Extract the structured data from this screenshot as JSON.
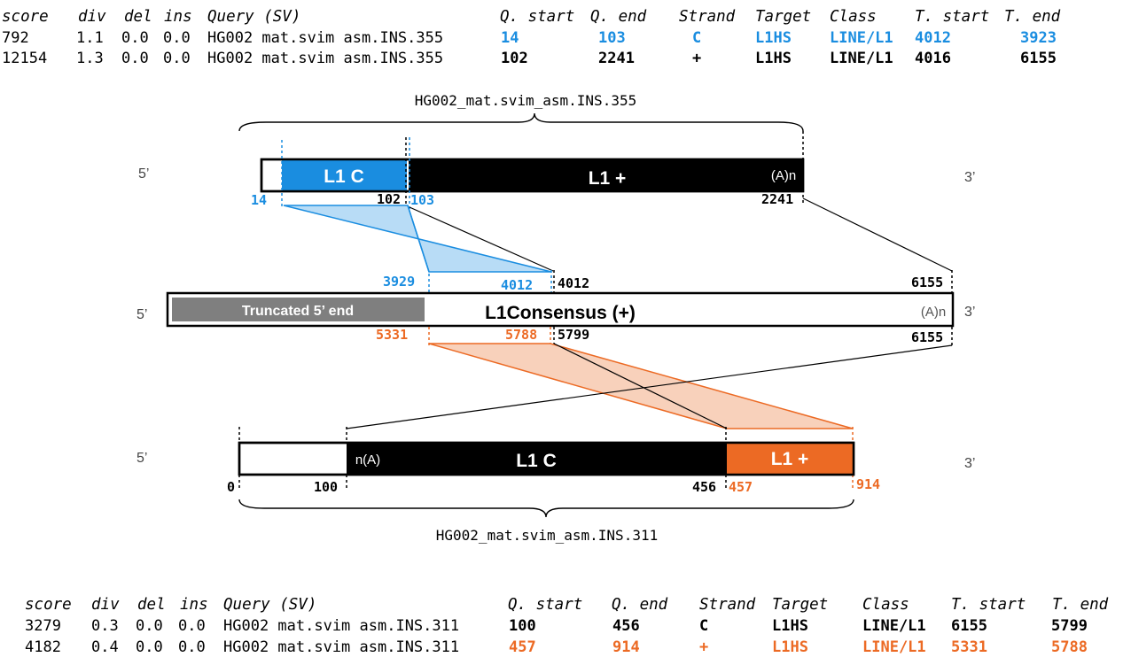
{
  "colors": {
    "blue": "#1a8de0",
    "orange": "#ec6a24",
    "light_blue": "#b8dcf6",
    "light_orange": "#f8d1bb",
    "grey": "#7f7f7f"
  },
  "top_table": {
    "headers": [
      "score",
      "div",
      "del",
      "ins",
      "Query (SV)",
      "Q. start",
      "Q. end",
      "Strand",
      "Target",
      "Class",
      "T. start",
      "T. end"
    ],
    "rows": [
      {
        "score": "792",
        "div": "1.1",
        "del": "0.0",
        "ins": "0.0",
        "query": "HG002 mat.svim asm.INS.355",
        "q_start": "14",
        "q_end": "103",
        "strand": "C",
        "target": "L1HS",
        "class": "LINE/L1",
        "t_start": "4012",
        "t_end": "3923"
      },
      {
        "score": "12154",
        "div": "1.3",
        "del": "0.0",
        "ins": "0.0",
        "query": "HG002 mat.svim asm.INS.355",
        "q_start": "102",
        "q_end": "2241",
        "strand": "+",
        "target": "L1HS",
        "class": "LINE/L1",
        "t_start": "4016",
        "t_end": "6155"
      }
    ]
  },
  "bottom_table": {
    "headers": [
      "score",
      "div",
      "del",
      "ins",
      "Query (SV)",
      "Q. start",
      "Q. end",
      "Strand",
      "Target",
      "Class",
      "T. start",
      "T. end"
    ],
    "rows": [
      {
        "score": "3279",
        "div": "0.3",
        "del": "0.0",
        "ins": "0.0",
        "query": "HG002 mat.svim asm.INS.311",
        "q_start": "100",
        "q_end": "456",
        "strand": "C",
        "target": "L1HS",
        "class": "LINE/L1",
        "t_start": "6155",
        "t_end": "5799"
      },
      {
        "score": "4182",
        "div": "0.4",
        "del": "0.0",
        "ins": "0.0",
        "query": "HG002 mat.svim asm.INS.311",
        "q_start": "457",
        "q_end": "914",
        "strand": "+",
        "target": "L1HS",
        "class": "LINE/L1",
        "t_start": "5331",
        "t_end": "5788"
      }
    ]
  },
  "diagram": {
    "top_sv": {
      "name": "HG002_mat.svim_asm.INS.355",
      "five_prime": "5’",
      "three_prime": "3’",
      "segment_c_label": "L1 C",
      "segment_plus_label": "L1 +",
      "polya_label": "(A)n",
      "pos_14": "14",
      "pos_102": "102",
      "pos_103": "103",
      "pos_2241": "2241"
    },
    "consensus": {
      "label": "L1Consensus (+)",
      "truncated_label": "Truncated 5’ end",
      "polya_label": "(A)n",
      "five_prime": "5’",
      "three_prime": "3’",
      "top_3929": "3929",
      "top_4012_blue": "4012",
      "top_4012": "4012",
      "top_6155": "6155",
      "bot_5331": "5331",
      "bot_5788": "5788",
      "bot_5799": "5799",
      "bot_6155": "6155"
    },
    "bottom_sv": {
      "name": "HG002_mat.svim_asm.INS.311",
      "five_prime": "5’",
      "three_prime": "3’",
      "polya_label": "n(A)",
      "segment_c_label": "L1 C",
      "segment_plus_label": "L1 +",
      "pos_0": "0",
      "pos_100": "100",
      "pos_456": "456",
      "pos_457": "457",
      "pos_914": "914"
    }
  }
}
